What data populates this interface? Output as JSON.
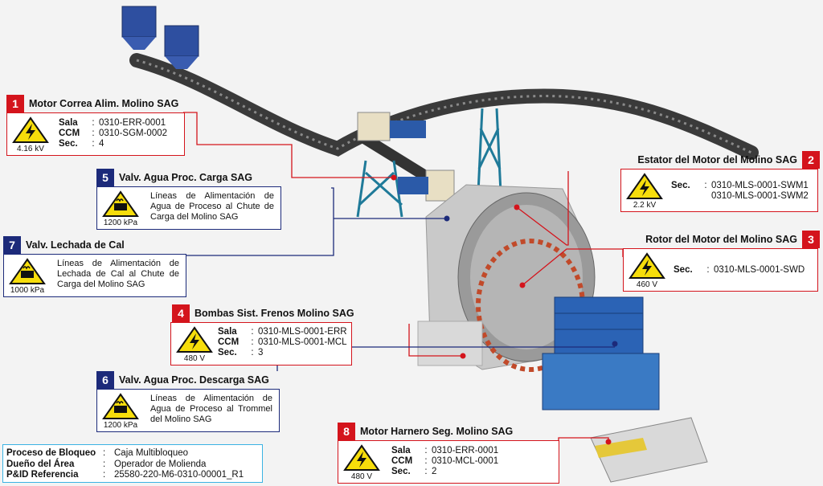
{
  "callouts": [
    {
      "id": "1",
      "title": "Motor Correa Alim. Molino SAG",
      "hazard": "electrical",
      "unit": "4.16 kV",
      "fields": [
        {
          "key": "Sala",
          "value": "0310-ERR-0001"
        },
        {
          "key": "CCM",
          "value": "0310-SGM-0002"
        },
        {
          "key": "Sec.",
          "value": "4"
        }
      ]
    },
    {
      "id": "2",
      "title": "Estator del Motor del Molino SAG",
      "hazard": "electrical",
      "unit": "2.2 kV",
      "fields": [
        {
          "key": "Sec.",
          "value": "0310-MLS-0001-SWM1",
          "value2": "0310-MLS-0001-SWM2"
        }
      ]
    },
    {
      "id": "3",
      "title": "Rotor del Motor del Molino SAG",
      "hazard": "electrical",
      "unit": "460 V",
      "fields": [
        {
          "key": "Sec.",
          "value": "0310-MLS-0001-SWD"
        }
      ]
    },
    {
      "id": "4",
      "title": "Bombas Sist.  Frenos Molino SAG",
      "hazard": "electrical",
      "unit": "480 V",
      "fields": [
        {
          "key": "Sala",
          "value": "0310-MLS-0001-ERR"
        },
        {
          "key": "CCM",
          "value": "0310-MLS-0001-MCL"
        },
        {
          "key": "Sec.",
          "value": "3"
        }
      ]
    },
    {
      "id": "5",
      "title": "Valv. Agua Proc. Carga SAG",
      "hazard": "fluid",
      "unit": "1200 kPa",
      "description": "Líneas de Alimentación de Agua de Proceso al Chute de Carga del Molino SAG"
    },
    {
      "id": "6",
      "title": "Valv. Agua Proc. Descarga SAG",
      "hazard": "fluid",
      "unit": "1200 kPa",
      "description": "Líneas de Alimentación de Agua de Proceso al Trommel del Molino SAG"
    },
    {
      "id": "7",
      "title": "Valv. Lechada de Cal",
      "hazard": "fluid",
      "unit": "1000 kPa",
      "description": "Líneas de Alimentación de Lechada de Cal al Chute de Carga del Molino SAG"
    },
    {
      "id": "8",
      "title": "Motor Harnero Seg. Molino SAG",
      "hazard": "electrical",
      "unit": "480 V",
      "fields": [
        {
          "key": "Sala",
          "value": "0310-ERR-0001"
        },
        {
          "key": "CCM",
          "value": "0310-MCL-0001"
        },
        {
          "key": "Sec.",
          "value": "2"
        }
      ]
    }
  ],
  "info": [
    {
      "key": "Proceso de Bloqueo",
      "value": "Caja Multibloqueo"
    },
    {
      "key": "Dueño del Área",
      "value": "Operador de Molienda"
    },
    {
      "key": "P&ID Referencia",
      "value": "25580-220-M6-0310-00001_R1"
    }
  ],
  "colors": {
    "electrical": "#d4141c",
    "fluid": "#1c2a7a",
    "info_border": "#3bb3e3",
    "hazard_fill": "#f6dd0b"
  }
}
